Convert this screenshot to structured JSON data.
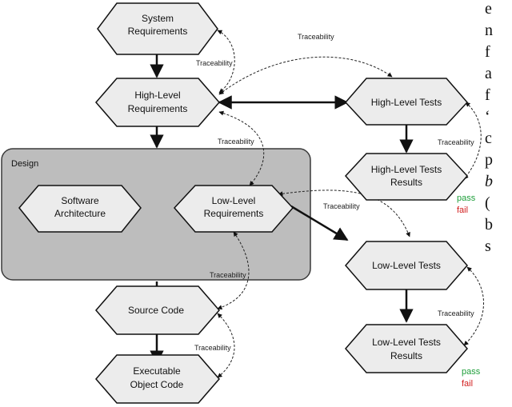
{
  "nodes": {
    "system_requirements": [
      "System",
      "Requirements"
    ],
    "high_level_requirements": [
      "High-Level",
      "Requirements"
    ],
    "software_architecture": [
      "Software",
      "Architecture"
    ],
    "low_level_requirements": [
      "Low-Level",
      "Requirements"
    ],
    "source_code": [
      "Source Code"
    ],
    "executable_object_code": [
      "Executable",
      "Object Code"
    ],
    "high_level_tests": [
      "High-Level Tests"
    ],
    "high_level_tests_results": [
      "High-Level Tests",
      "Results"
    ],
    "low_level_tests": [
      "Low-Level Tests"
    ],
    "low_level_tests_results": [
      "Low-Level Tests",
      "Results"
    ]
  },
  "design_group_label": "Design",
  "traceability_label": "Traceability",
  "pass_label": "pass",
  "fail_label": "fail",
  "colors": {
    "hexagon_fill": "#ececec",
    "hexagon_stroke": "#111111",
    "design_fill": "#bdbdbd",
    "design_stroke": "#3a3a3a",
    "pass": "#1e9e3a",
    "fail": "#d11d1d"
  },
  "side_text_fragment": {
    "lines": [
      "e",
      "n",
      "f",
      "a",
      "f",
      "‘",
      "c",
      "p",
      "b",
      "(",
      "b",
      "s"
    ]
  }
}
